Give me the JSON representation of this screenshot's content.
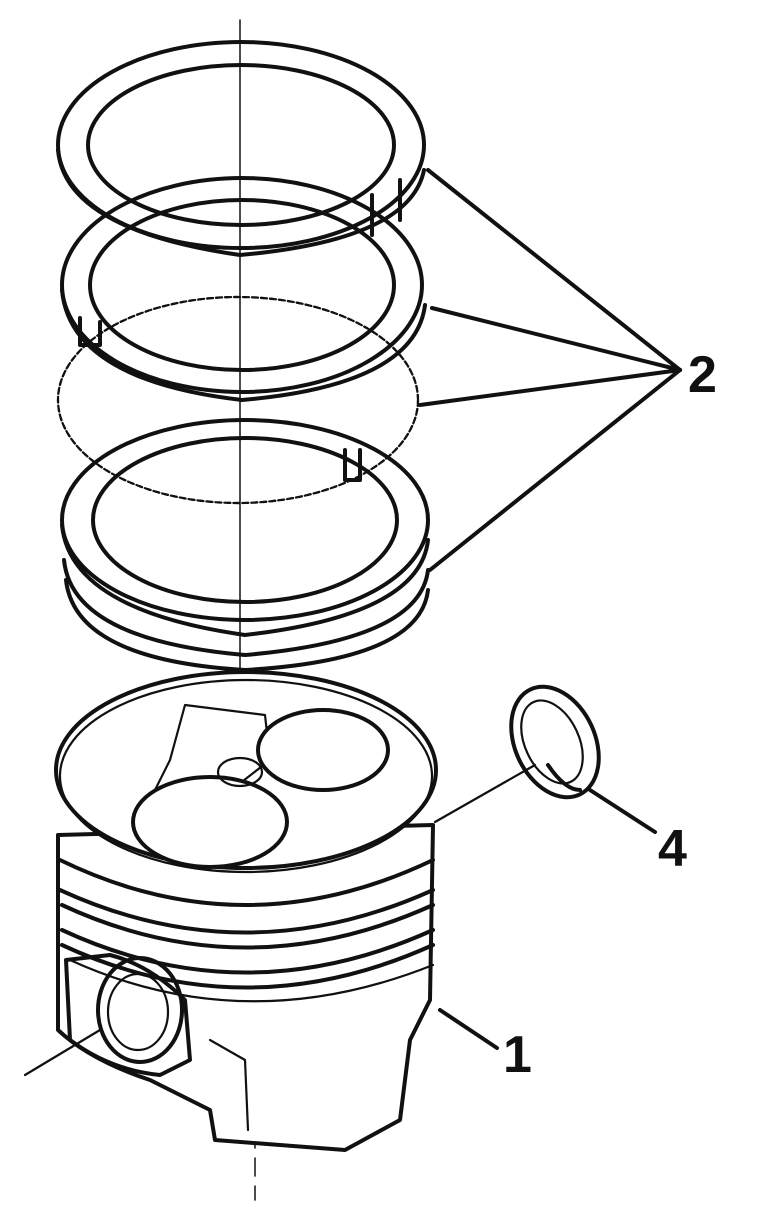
{
  "diagram": {
    "callouts": [
      {
        "id": "1",
        "label": "1",
        "part": "piston"
      },
      {
        "id": "2",
        "label": "2",
        "part": "piston-rings"
      },
      {
        "id": "4",
        "label": "4",
        "part": "retaining-ring"
      }
    ],
    "colors": {
      "line": "#111111",
      "background": "#ffffff"
    }
  }
}
